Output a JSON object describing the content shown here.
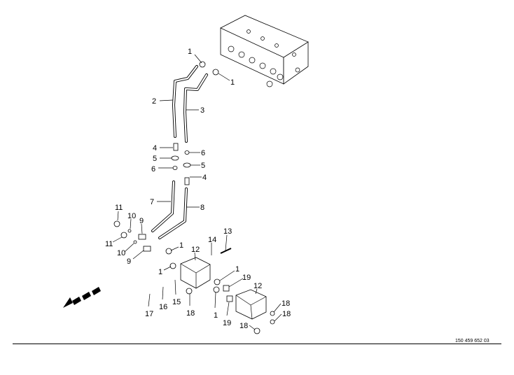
{
  "diagram": {
    "labels": [
      "1",
      "1",
      "2",
      "3",
      "4",
      "6",
      "5",
      "5",
      "6",
      "4",
      "7",
      "8",
      "11",
      "10",
      "9",
      "11",
      "10",
      "9",
      "13",
      "14",
      "1",
      "12",
      "1",
      "1",
      "19",
      "12",
      "15",
      "16",
      "17",
      "18",
      "1",
      "19",
      "18",
      "18",
      "18"
    ],
    "drawing_number": "150 459 652 03"
  }
}
